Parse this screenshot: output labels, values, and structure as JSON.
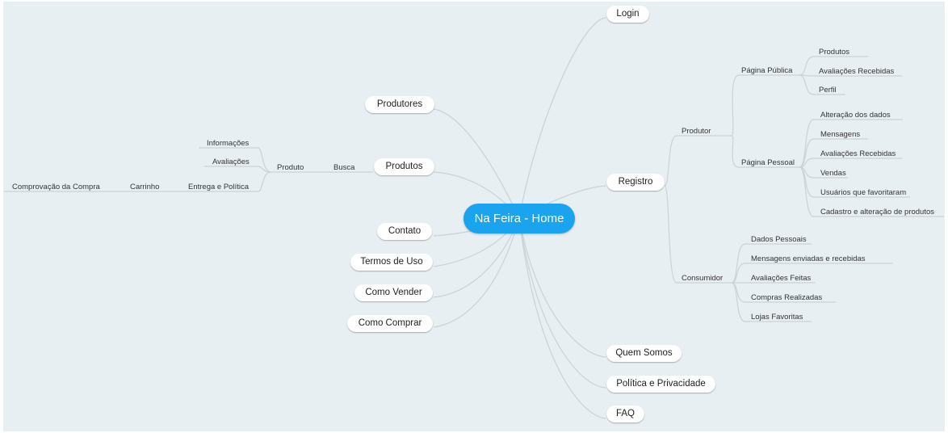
{
  "root": {
    "label": "Na Feira - Home"
  },
  "left": {
    "produtores": "Produtores",
    "produtos": "Produtos",
    "contato": "Contato",
    "termos": "Termos de Uso",
    "como_vender": "Como Vender",
    "como_comprar": "Como Comprar",
    "busca": "Busca",
    "produto": "Produto",
    "informacoes": "Informações",
    "avaliacoes": "Avaliações",
    "entrega": "Entrega e Política",
    "carrinho": "Carrinho",
    "comprovacao": "Comprovação da Compra"
  },
  "right": {
    "login": "Login",
    "registro": "Registro",
    "quem_somos": "Quem Somos",
    "politica": "Política e Privacidade",
    "faq": "FAQ",
    "produtor": {
      "label": "Produtor",
      "pagina_publica": {
        "label": "Página Pública",
        "items": [
          "Produtos",
          "Avaliações Recebidas",
          "Perfil"
        ]
      },
      "pagina_pessoal": {
        "label": "Página Pessoal",
        "items": [
          "Alteração dos dados",
          "Mensagens",
          "Avaliações Recebidas",
          "Vendas",
          "Usuários que favoritaram",
          "Cadastro e alteração de produtos"
        ]
      }
    },
    "consumidor": {
      "label": "Consumidor",
      "items": [
        "Dados Pessoais",
        "Mensagens enviadas e recebidas",
        "Avaliações Feitas",
        "Compras Realizadas",
        "Lojas Favoritas"
      ]
    }
  }
}
